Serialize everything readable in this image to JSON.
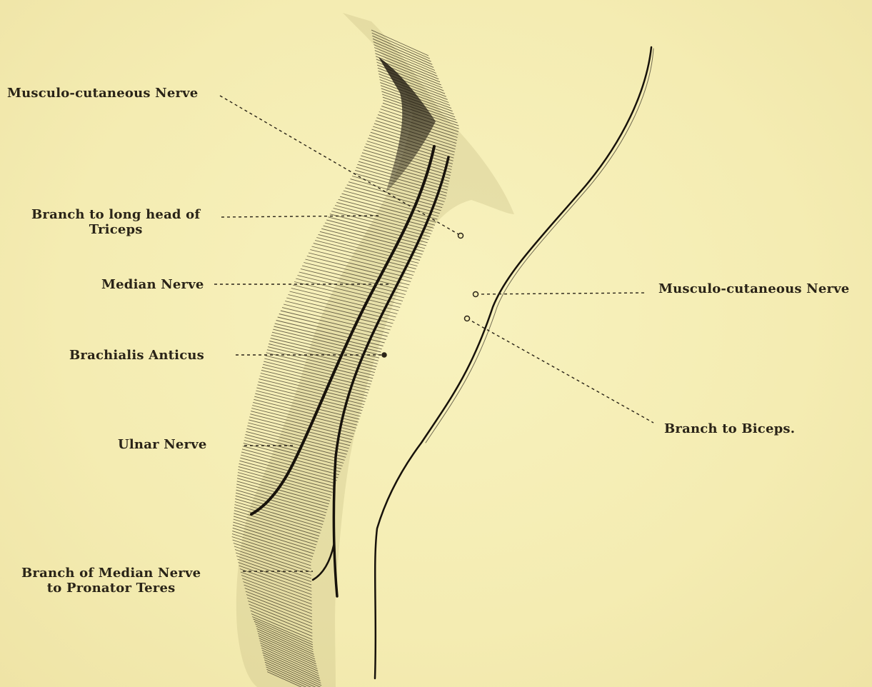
{
  "figure": {
    "background": "#f5eeb4",
    "ink": "#1f1a12",
    "labels": {
      "musculo_cutaneous_left": "Musculo-cutaneous Nerve",
      "branch_long_head_line1": "Branch to long head of",
      "branch_long_head_line2": "Triceps",
      "median_nerve": "Median Nerve",
      "brachialis_anticus": "Brachialis Anticus",
      "ulnar_nerve": "Ulnar Nerve",
      "branch_median_line1": "Branch of Median Nerve",
      "branch_median_line2": "to Pronator Teres",
      "musculo_cutaneous_right": "Musculo-cutaneous Nerve",
      "branch_to_biceps": "Branch to Biceps."
    }
  }
}
